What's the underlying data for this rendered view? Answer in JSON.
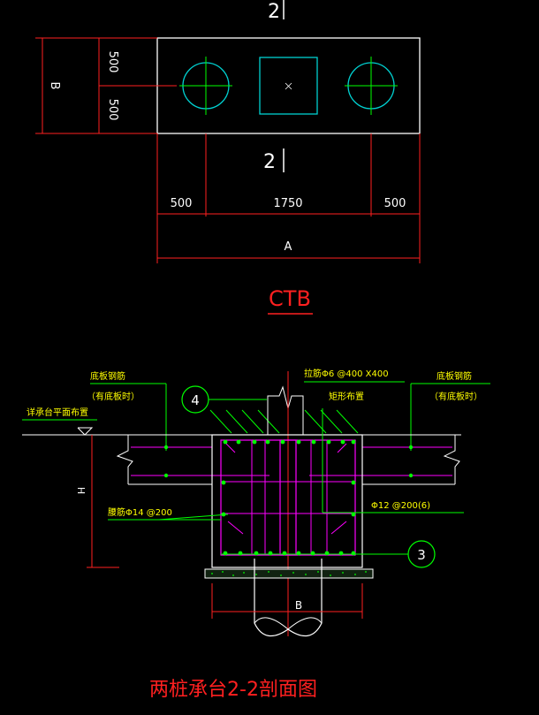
{
  "plan": {
    "section_mark_top": "2",
    "section_mark_bottom": "2",
    "dim_left_upper": "500",
    "dim_left_lower": "500",
    "dim_b": "B",
    "dim_bottom_left": "500",
    "dim_bottom_mid": "1750",
    "dim_bottom_right": "500",
    "dim_a": "A",
    "label": "CTB"
  },
  "section": {
    "label_bottom_left_1": "底板钢筋",
    "label_bottom_left_2": "（有底板时）",
    "label_tie": "拉筋Φ6 @400 X400",
    "label_rect": "矩形布置",
    "label_bottom_right_1": "底板钢筋",
    "label_bottom_right_2": "（有底板时）",
    "label_cap_top": "详承台平面布置",
    "label_h": "H",
    "label_waist": "腰筋Φ14 @200",
    "label_rebar": "Φ12 @200(6)",
    "callout_4": "4",
    "callout_3": "3",
    "dim_b": "B",
    "title": "两桩承台2-2剖面图"
  },
  "colors": {
    "red": "#ff2020",
    "white": "#ffffff",
    "green": "#00ff00",
    "yellow": "#ffff00",
    "cyan": "#00d0d0",
    "magenta": "#ff00ff"
  }
}
